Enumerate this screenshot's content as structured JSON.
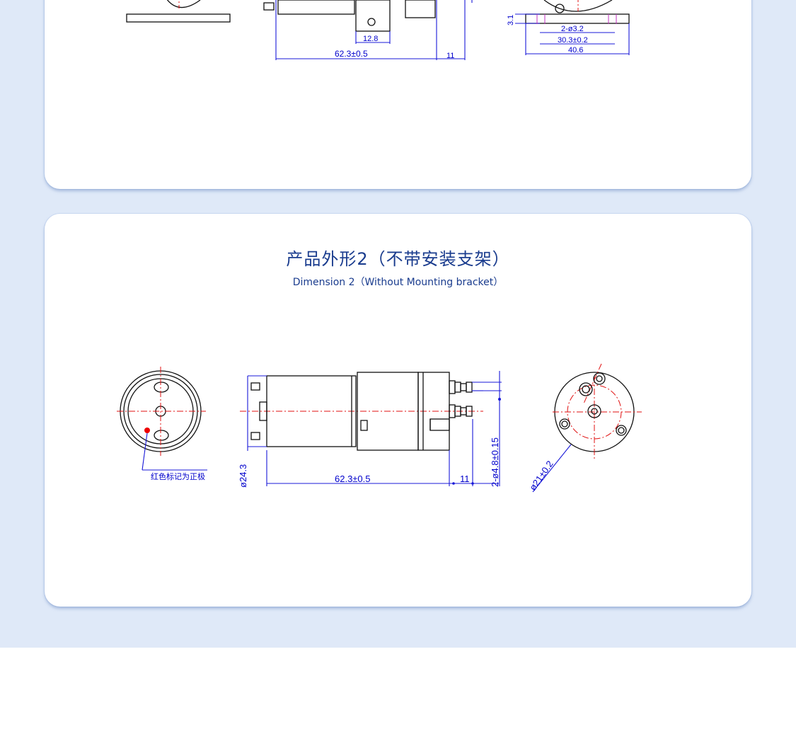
{
  "section2": {
    "title_cn": "产品外形2（不带安装支架）",
    "title_en": "Dimension 2（Without Mounting bracket）"
  },
  "drawing1": {
    "dim_width_12_8": "12.8",
    "dim_length": "62.3±0.5",
    "dim_outlet": "11",
    "dim_height": "3.1",
    "dim_holes": "2-ø3.2",
    "dim_spacing": "30.3±0.2",
    "dim_total": "40.6"
  },
  "drawing2": {
    "red_mark_note": "红色标记为正极",
    "dim_diameter": "ø24.3",
    "dim_length": "62.3±0.5",
    "dim_outlet": "11",
    "dim_nozzle": "2-ø4.8±0.15",
    "dim_pcd": "ø21±0.2"
  }
}
